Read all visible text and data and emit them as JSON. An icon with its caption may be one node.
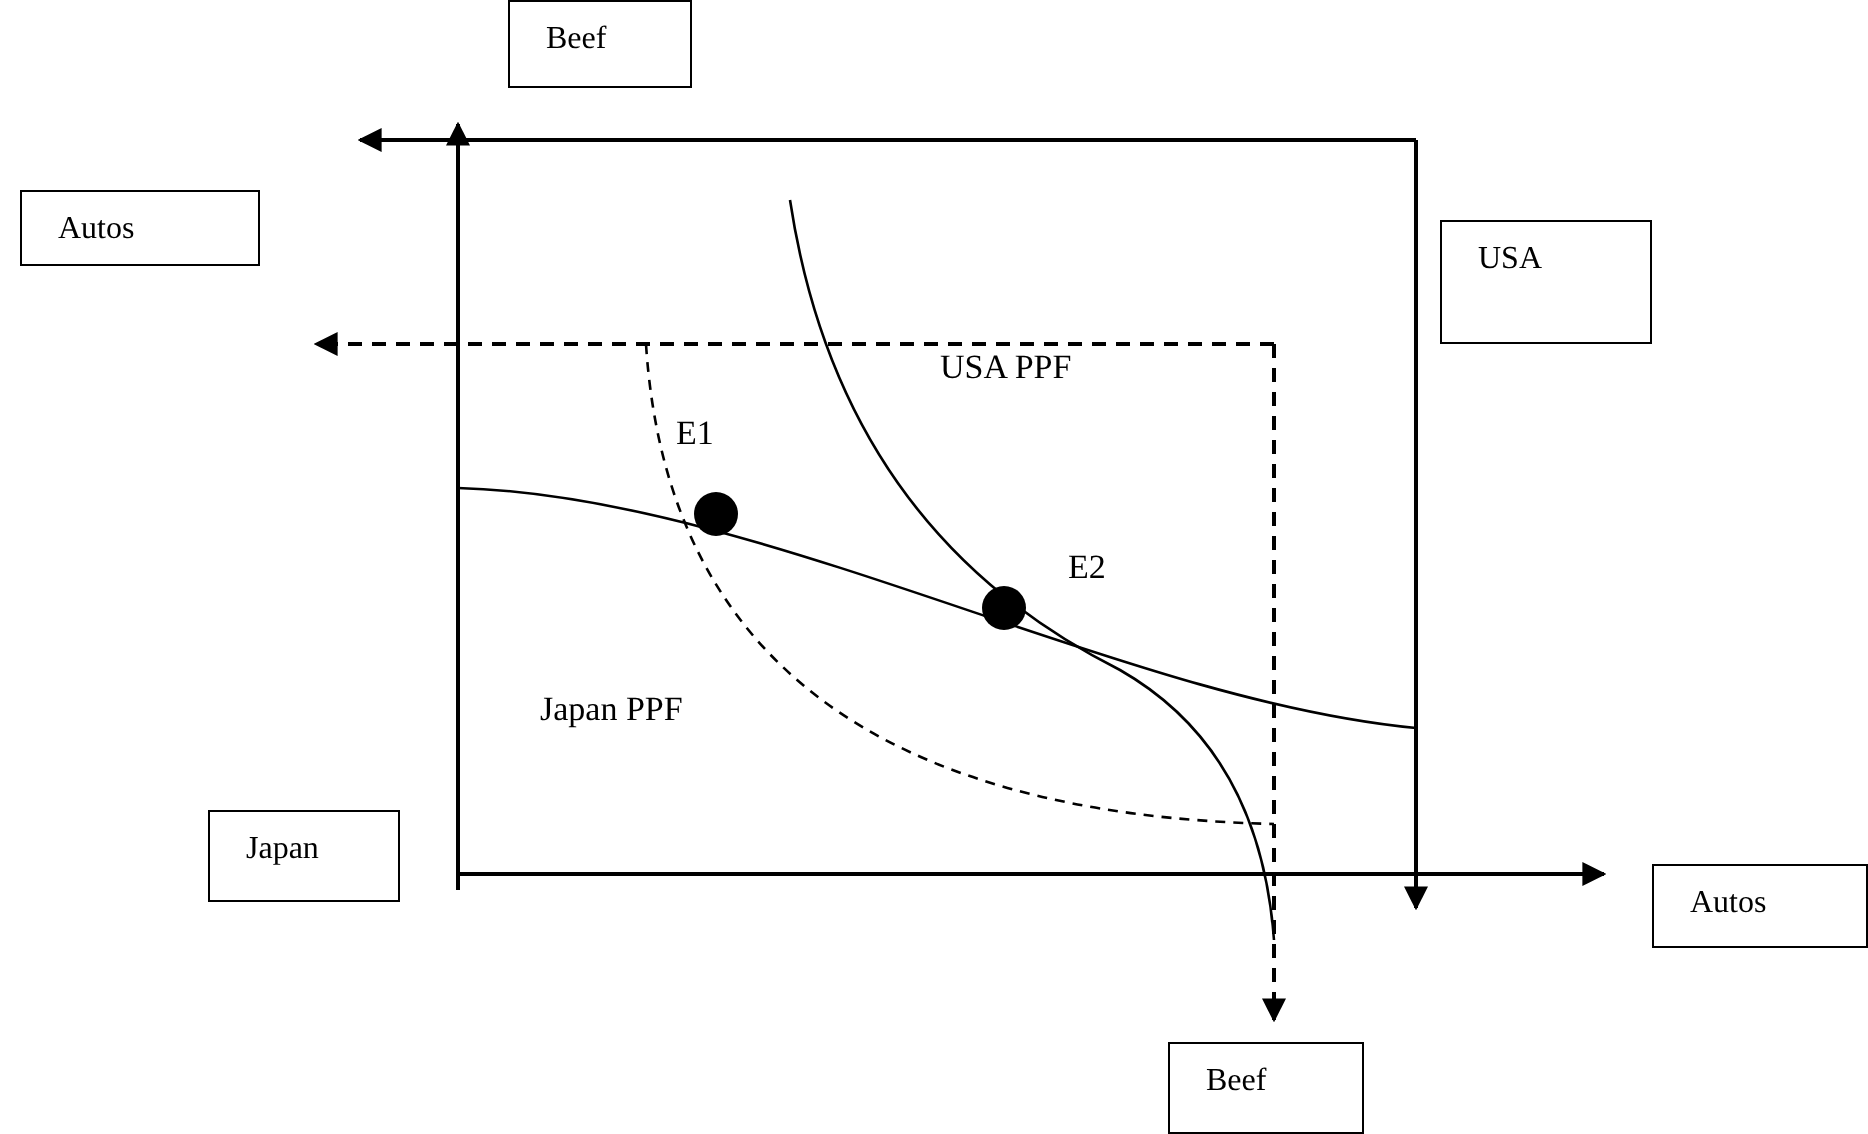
{
  "diagram": {
    "nodes": [
      {
        "text": [
          "Beef"
        ]
      },
      {
        "text": [
          "Autos"
        ]
      },
      {
        "text": [
          "USA"
        ]
      },
      {
        "text": [
          "Japan"
        ]
      },
      {
        "text": [
          "Autos"
        ]
      },
      {
        "text": [
          "Beef"
        ]
      }
    ],
    "labels": [
      "E1",
      "USA PPF",
      "E2",
      "Japan PPF"
    ]
  }
}
